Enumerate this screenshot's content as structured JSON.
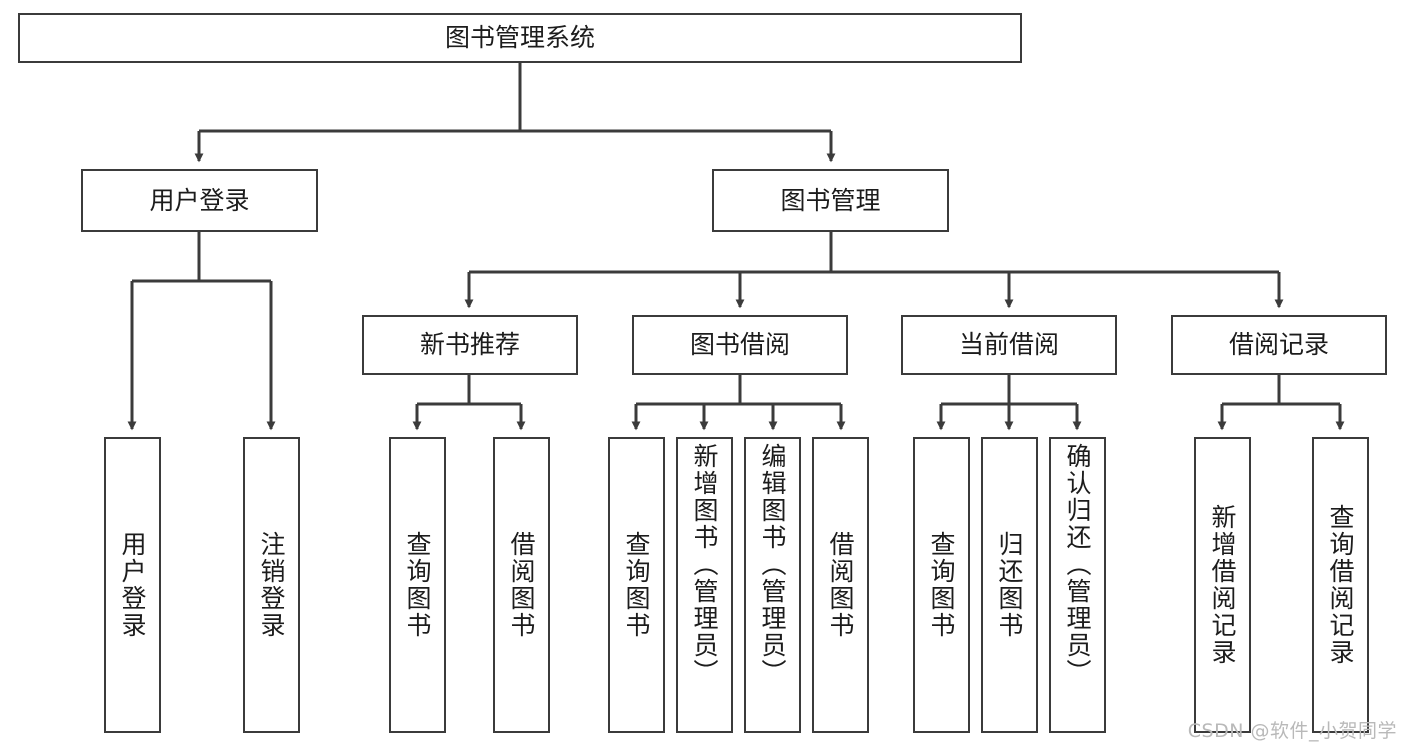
{
  "diagram": {
    "title": "图书管理系统",
    "type": "tree",
    "colors": {
      "box_border": "#3b3b3b",
      "box_fill": "#ffffff",
      "connector": "#3b3b3b",
      "text": "#1c1c1c",
      "watermark": "#b9b9b9"
    },
    "watermark": "CSDN @软件_小贺同学",
    "nodes": {
      "root": {
        "label": "图书管理系统"
      },
      "level2": [
        {
          "label": "用户登录"
        },
        {
          "label": "图书管理"
        }
      ],
      "level3": [
        {
          "label": "新书推荐"
        },
        {
          "label": "图书借阅"
        },
        {
          "label": "当前借阅"
        },
        {
          "label": "借阅记录"
        }
      ],
      "leaves": {
        "user_login": [
          {
            "label": "用户登录"
          },
          {
            "label": "注销登录"
          }
        ],
        "new_book_recommend": [
          {
            "label": "查询图书"
          },
          {
            "label": "借阅图书"
          }
        ],
        "book_borrow": [
          {
            "label": "查询图书"
          },
          {
            "label": "新增图书（管理员）"
          },
          {
            "label": "编辑图书（管理员）"
          },
          {
            "label": "借阅图书"
          }
        ],
        "current_borrow": [
          {
            "label": "查询图书"
          },
          {
            "label": "归还图书"
          },
          {
            "label": "确认归还（管理员）"
          }
        ],
        "borrow_records": [
          {
            "label": "新增借阅记录"
          },
          {
            "label": "查询借阅记录"
          }
        ]
      }
    }
  }
}
